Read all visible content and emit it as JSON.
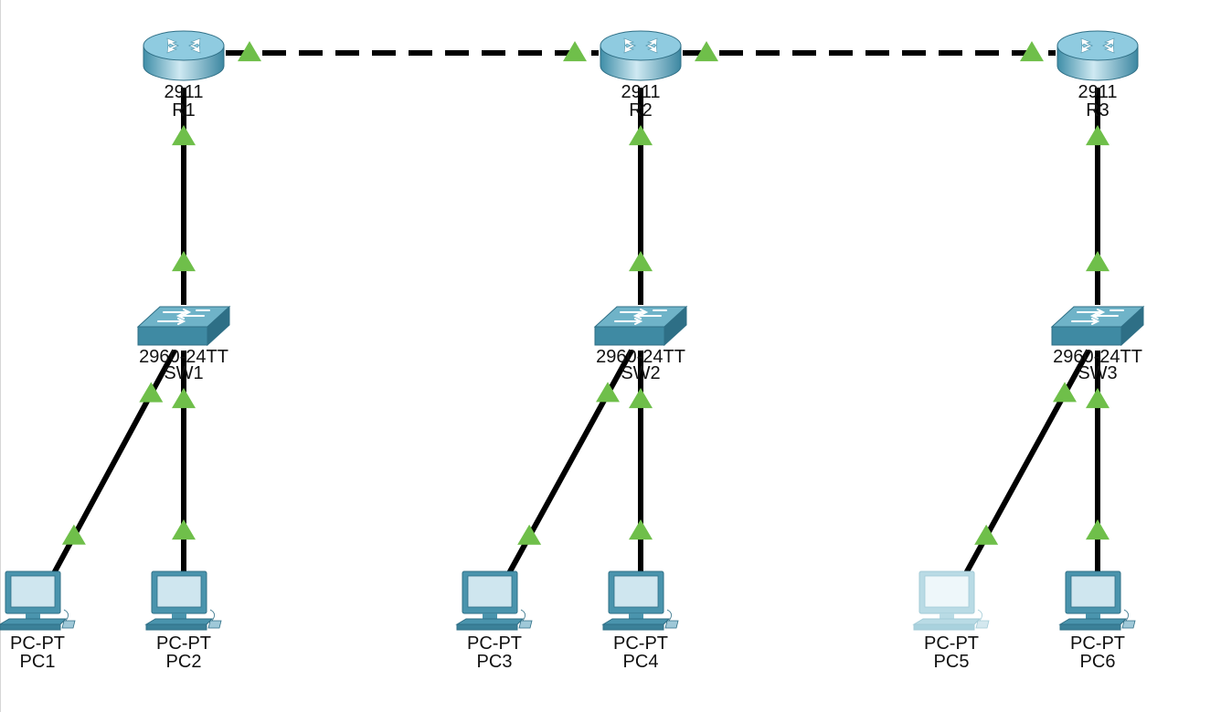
{
  "colors": {
    "wire": "#000000",
    "link_up": "#6fbf4a",
    "device_blue": "#4a94ad",
    "device_light": "#9fd0e0",
    "pc_dimmed": "#b9dbe5"
  },
  "routers": [
    {
      "id": "R1",
      "model": "2911",
      "name": "R1",
      "icon": "router-icon"
    },
    {
      "id": "R2",
      "model": "2911",
      "name": "R2",
      "icon": "router-icon"
    },
    {
      "id": "R3",
      "model": "2911",
      "name": "R3",
      "icon": "router-icon"
    }
  ],
  "switches": [
    {
      "id": "SW1",
      "model": "2960-24TT",
      "name": "SW1",
      "icon": "switch-icon"
    },
    {
      "id": "SW2",
      "model": "2960-24TT",
      "name": "SW2",
      "icon": "switch-icon"
    },
    {
      "id": "SW3",
      "model": "2960-24TT",
      "name": "SW3",
      "icon": "switch-icon"
    }
  ],
  "pcs": [
    {
      "id": "PC1",
      "model": "PC-PT",
      "name": "PC1",
      "icon": "pc-icon",
      "dimmed": false
    },
    {
      "id": "PC2",
      "model": "PC-PT",
      "name": "PC2",
      "icon": "pc-icon",
      "dimmed": false
    },
    {
      "id": "PC3",
      "model": "PC-PT",
      "name": "PC3",
      "icon": "pc-icon",
      "dimmed": false
    },
    {
      "id": "PC4",
      "model": "PC-PT",
      "name": "PC4",
      "icon": "pc-icon",
      "dimmed": false
    },
    {
      "id": "PC5",
      "model": "PC-PT",
      "name": "PC5",
      "icon": "pc-icon",
      "dimmed": true
    },
    {
      "id": "PC6",
      "model": "PC-PT",
      "name": "PC6",
      "icon": "pc-icon",
      "dimmed": false
    }
  ],
  "links": [
    {
      "from": "R1",
      "to": "R2",
      "style": "serial-dashed",
      "status": "up"
    },
    {
      "from": "R2",
      "to": "R3",
      "style": "serial-dashed",
      "status": "up"
    },
    {
      "from": "R1",
      "to": "SW1",
      "style": "straight",
      "status": "up"
    },
    {
      "from": "R2",
      "to": "SW2",
      "style": "straight",
      "status": "up"
    },
    {
      "from": "R3",
      "to": "SW3",
      "style": "straight",
      "status": "up"
    },
    {
      "from": "SW1",
      "to": "PC1",
      "style": "straight",
      "status": "up"
    },
    {
      "from": "SW1",
      "to": "PC2",
      "style": "straight",
      "status": "up"
    },
    {
      "from": "SW2",
      "to": "PC3",
      "style": "straight",
      "status": "up"
    },
    {
      "from": "SW2",
      "to": "PC4",
      "style": "straight",
      "status": "up"
    },
    {
      "from": "SW3",
      "to": "PC5",
      "style": "straight",
      "status": "up"
    },
    {
      "from": "SW3",
      "to": "PC6",
      "style": "straight",
      "status": "up"
    }
  ]
}
